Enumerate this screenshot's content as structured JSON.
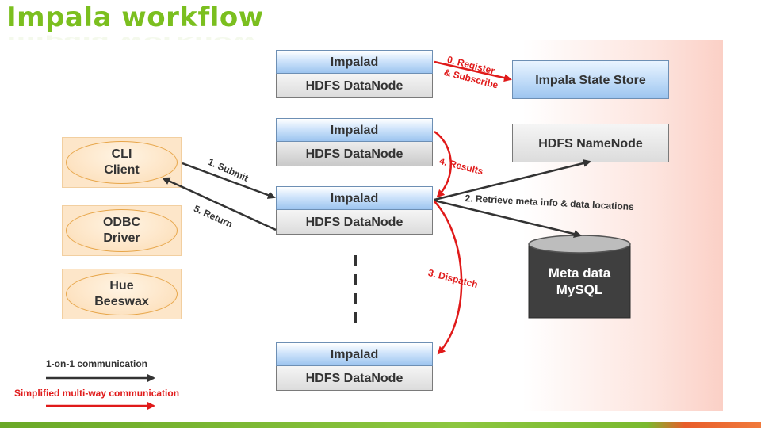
{
  "title": "Impala  workflow",
  "impalad_nodes": [
    {
      "top": "Impalad",
      "bottom": "HDFS DataNode"
    },
    {
      "top": "Impalad",
      "bottom": "HDFS DataNode"
    },
    {
      "top": "Impalad",
      "bottom": "HDFS DataNode"
    },
    {
      "top": "Impalad",
      "bottom": "HDFS DataNode"
    }
  ],
  "state_store": "Impala State Store",
  "namenode": "HDFS NameNode",
  "metadata": {
    "line1": "Meta data",
    "line2": "MySQL"
  },
  "clients": [
    {
      "line1": "CLI",
      "line2": "Client"
    },
    {
      "line1": "ODBC",
      "line2": "Driver"
    },
    {
      "line1": "Hue",
      "line2": "Beeswax"
    }
  ],
  "labels": {
    "register_line1": "0. Register",
    "register_line2": "& Subscribe",
    "submit": "1. Submit",
    "retrieve": "2. Retrieve meta info & data locations",
    "dispatch": "3. Dispatch",
    "results": "4. Results",
    "return": "5. Return"
  },
  "legend": {
    "one_on_one": "1-on-1 communication",
    "multi_way": "Simplified multi-way communication"
  },
  "colors": {
    "title": "#7bbf1f",
    "red_arrow": "#e01a1a",
    "dark_arrow": "#333333",
    "impalad_blue": "#9cc4ef",
    "client_orange": "#fde6c9",
    "mysql_dark": "#3f3f3f"
  }
}
